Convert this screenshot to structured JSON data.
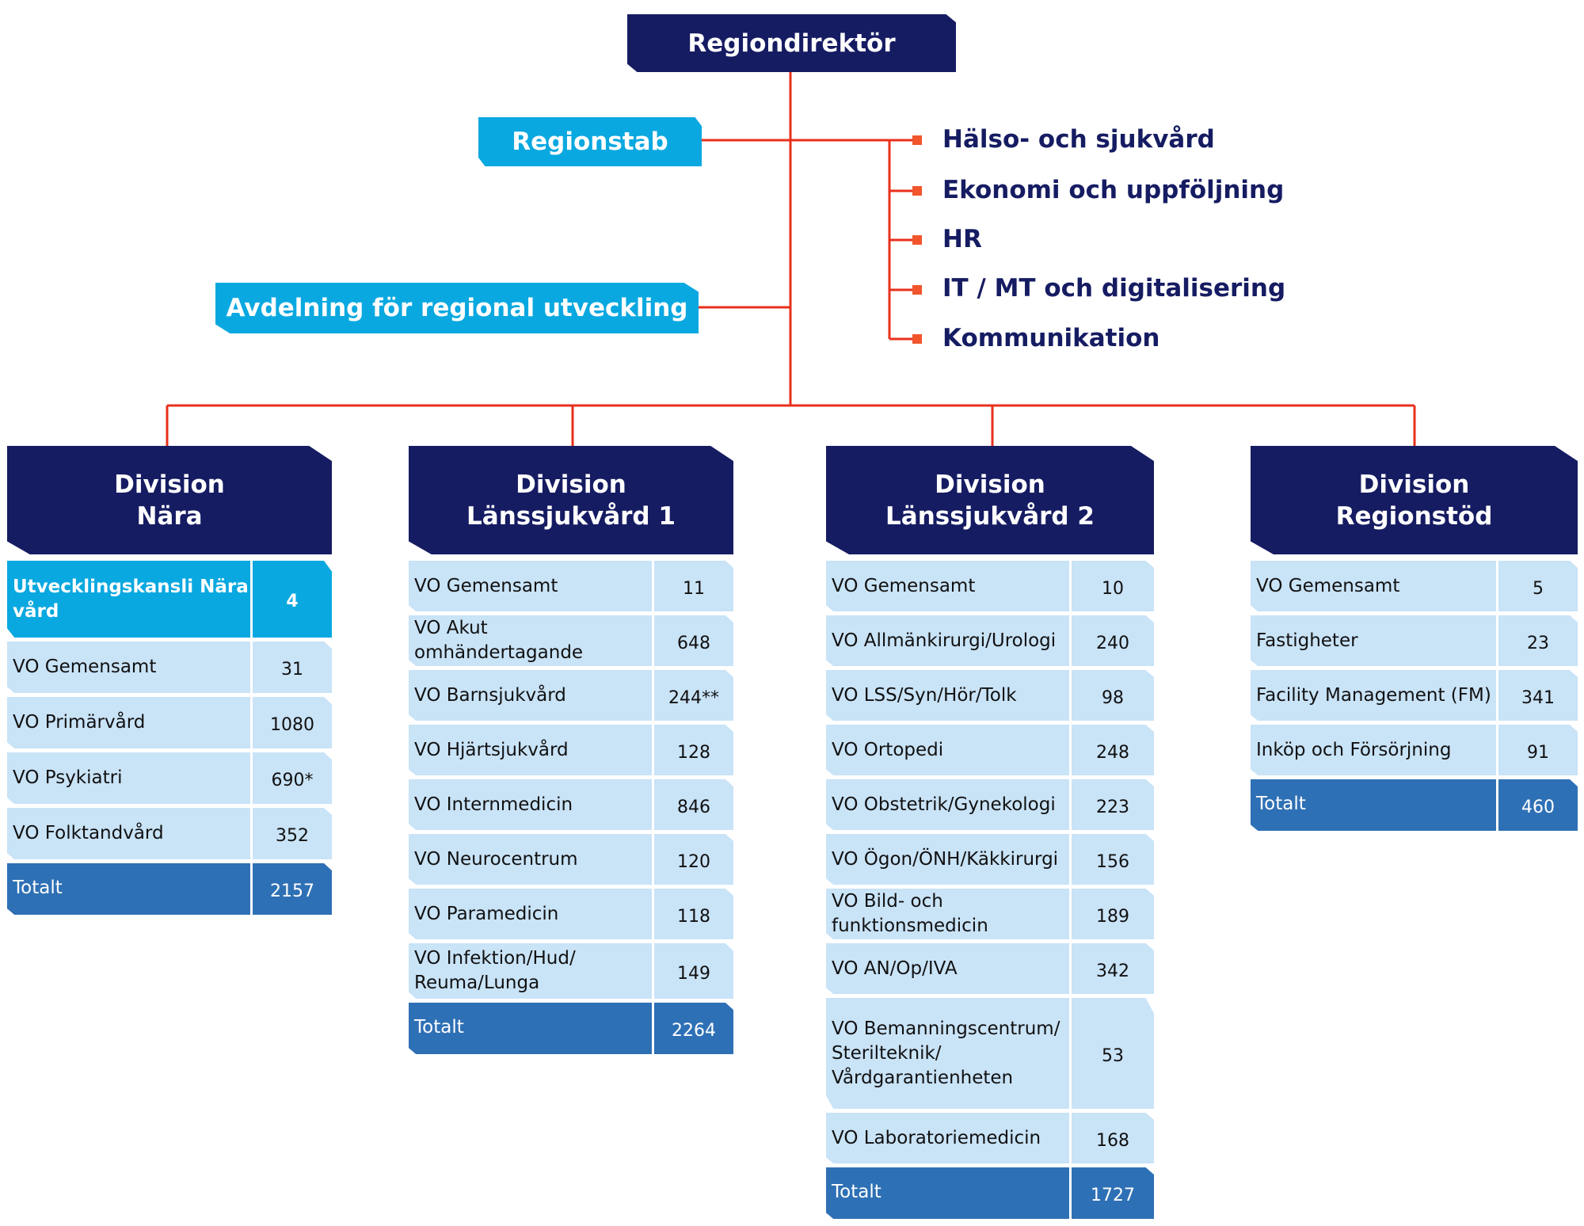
{
  "top": {
    "title": "Regiondirektör"
  },
  "staff": {
    "regionstab": "Regionstab",
    "regional": "Avdelning för regional utveckling"
  },
  "departments": [
    "Hälso- och sjukvård",
    "Ekonomi och uppföljning",
    "HR",
    "IT / MT och digitalisering",
    "Kommunikation"
  ],
  "divisions": [
    {
      "line1": "Division",
      "line2": "Nära",
      "rows": [
        {
          "name": "Utvecklingskansli Nära vård",
          "value": "4"
        },
        {
          "name": "VO Gemensamt",
          "value": "31"
        },
        {
          "name": "VO Primärvård",
          "value": "1080"
        },
        {
          "name": "VO Psykiatri",
          "value": "690*"
        },
        {
          "name": "VO Folktandvård",
          "value": "352"
        }
      ],
      "total": {
        "label": "Totalt",
        "value": "2157"
      }
    },
    {
      "line1": "Division",
      "line2": "Länssjukvård 1",
      "rows": [
        {
          "name": "VO Gemensamt",
          "value": "11"
        },
        {
          "name": "VO Akut omhändertagande",
          "value": "648"
        },
        {
          "name": "VO Barnsjukvård",
          "value": "244**"
        },
        {
          "name": "VO Hjärtsjukvård",
          "value": "128"
        },
        {
          "name": "VO Internmedicin",
          "value": "846"
        },
        {
          "name": "VO Neurocentrum",
          "value": "120"
        },
        {
          "name": "VO Paramedicin",
          "value": "118"
        },
        {
          "name": "VO Infektion/Hud/ Reuma/Lunga",
          "value": "149"
        }
      ],
      "total": {
        "label": "Totalt",
        "value": "2264"
      }
    },
    {
      "line1": "Division",
      "line2": "Länssjukvård 2",
      "rows": [
        {
          "name": "VO Gemensamt",
          "value": "10"
        },
        {
          "name": "VO Allmänkirurgi/Urologi",
          "value": "240"
        },
        {
          "name": "VO LSS/Syn/Hör/Tolk",
          "value": "98"
        },
        {
          "name": "VO Ortopedi",
          "value": "248"
        },
        {
          "name": "VO Obstetrik/Gynekologi",
          "value": "223"
        },
        {
          "name": "VO Ögon/ÖNH/Käkkirurgi",
          "value": "156"
        },
        {
          "name": "VO Bild- och funktionsmedicin",
          "value": "189"
        },
        {
          "name": "VO AN/Op/IVA",
          "value": "342"
        },
        {
          "name": "VO Bemanningscentrum/ Sterilteknik/ Vårdgarantienheten",
          "value": "53"
        },
        {
          "name": "VO Laboratoriemedicin",
          "value": "168"
        }
      ],
      "total": {
        "label": "Totalt",
        "value": "1727"
      }
    },
    {
      "line1": "Division",
      "line2": "Regionstöd",
      "rows": [
        {
          "name": "VO Gemensamt",
          "value": "5"
        },
        {
          "name": "Fastigheter",
          "value": "23"
        },
        {
          "name": "Facility Management (FM)",
          "value": "341"
        },
        {
          "name": "Inköp och Försörjning",
          "value": "91"
        }
      ],
      "total": {
        "label": "Totalt",
        "value": "460"
      }
    }
  ]
}
